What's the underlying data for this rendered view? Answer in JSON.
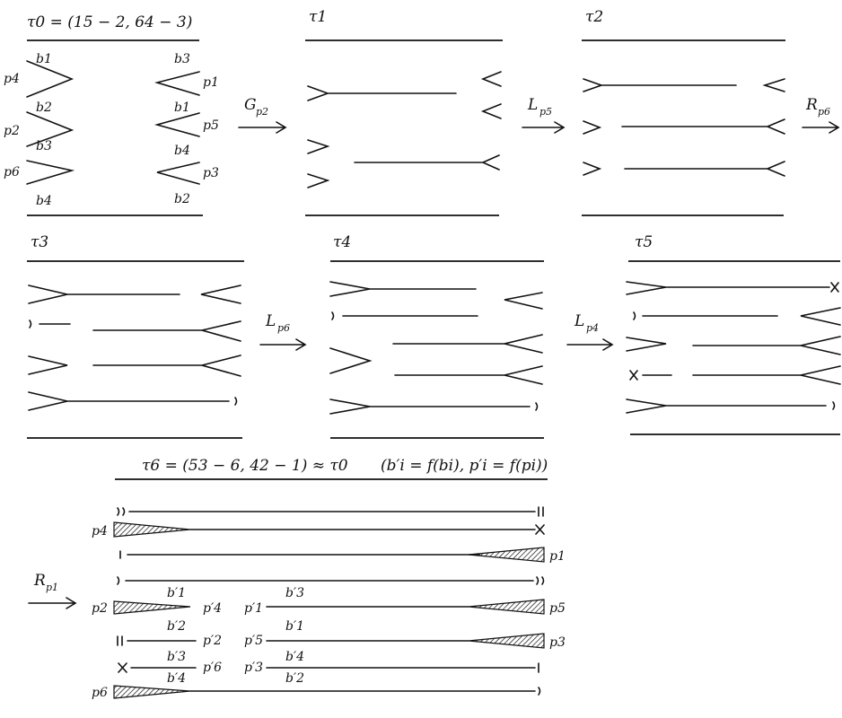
{
  "caption": {
    "tau0_title": "τ0 = (15 − 2, 64 − 3)",
    "tau6_title": "τ6 = (53 − 6, 42 − 1) ≈ τ0",
    "tau6_note": "(b′i = f(bi), p′i = f(pi))"
  },
  "panels": [
    {
      "id": "tau0",
      "label": "τ0"
    },
    {
      "id": "tau1",
      "label": "τ1"
    },
    {
      "id": "tau2",
      "label": "τ2"
    },
    {
      "id": "tau3",
      "label": "τ3"
    },
    {
      "id": "tau4",
      "label": "τ4"
    },
    {
      "id": "tau5",
      "label": "τ5"
    },
    {
      "id": "tau6",
      "label": "τ6"
    }
  ],
  "moves": [
    {
      "op": "G",
      "sub": "p2"
    },
    {
      "op": "L",
      "sub": "p5"
    },
    {
      "op": "R",
      "sub": "p6"
    },
    {
      "op": "L",
      "sub": "p6"
    },
    {
      "op": "L",
      "sub": "p4"
    },
    {
      "op": "R",
      "sub": "p1"
    }
  ],
  "tau0_labels": {
    "left_p": [
      "p4",
      "p2",
      "p6"
    ],
    "right_p": [
      "p1",
      "p5",
      "p3"
    ],
    "left_b": [
      "b1",
      "b2",
      "b3",
      "b4"
    ],
    "right_b": [
      "b3",
      "b1",
      "b4",
      "b2"
    ]
  },
  "tau6_labels": {
    "left_p": [
      "p4",
      "p2",
      "p6"
    ],
    "right_p": [
      "p1",
      "p5",
      "p3"
    ],
    "mid_p_left": [
      "p′4",
      "p′2",
      "p′6"
    ],
    "mid_p_right": [
      "p′1",
      "p′5",
      "p′3"
    ],
    "left_b": [
      "b′1",
      "b′2",
      "b′3",
      "b′4"
    ],
    "right_b": [
      "b′3",
      "b′1",
      "b′4",
      "b′2"
    ]
  }
}
